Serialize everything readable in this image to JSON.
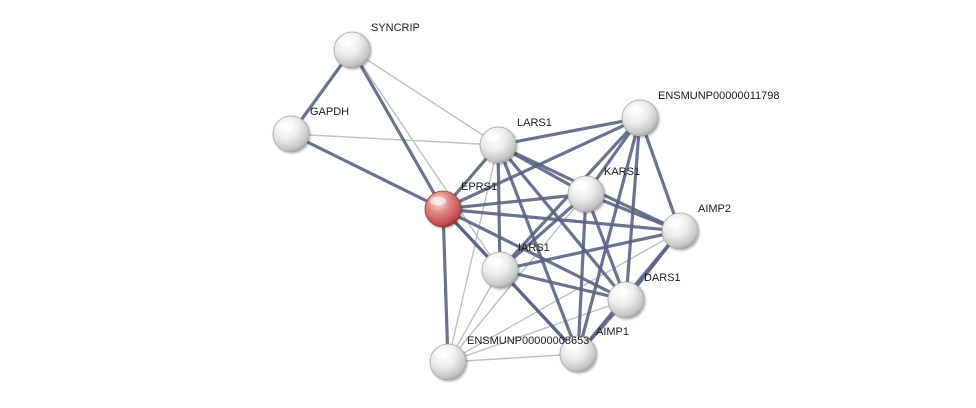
{
  "network": {
    "nodes": [
      {
        "id": "SYNCRIP",
        "label": "SYNCRIP",
        "query": false
      },
      {
        "id": "GAPDH",
        "label": "GAPDH",
        "query": false
      },
      {
        "id": "LARS1",
        "label": "LARS1",
        "query": false
      },
      {
        "id": "ENSMUNP00000011798",
        "label": "ENSMUNP00000011798",
        "query": false
      },
      {
        "id": "EPRS1",
        "label": "EPRS1",
        "query": true
      },
      {
        "id": "KARS1",
        "label": "KARS1",
        "query": false
      },
      {
        "id": "AIMP2",
        "label": "AIMP2",
        "query": false
      },
      {
        "id": "IARS1",
        "label": "IARS1",
        "query": false
      },
      {
        "id": "DARS1",
        "label": "DARS1",
        "query": false
      },
      {
        "id": "AIMP1",
        "label": "AIMP1",
        "query": false
      },
      {
        "id": "ENSMUNP00000008653",
        "label": "ENSMUNP00000008653",
        "query": false
      }
    ],
    "edges": [
      [
        "SYNCRIP",
        "GAPDH",
        "strong"
      ],
      [
        "SYNCRIP",
        "EPRS1",
        "strong"
      ],
      [
        "SYNCRIP",
        "LARS1",
        "weak"
      ],
      [
        "SYNCRIP",
        "IARS1",
        "weak"
      ],
      [
        "GAPDH",
        "EPRS1",
        "strong"
      ],
      [
        "GAPDH",
        "LARS1",
        "weak"
      ],
      [
        "LARS1",
        "ENSMUNP00000011798",
        "strong"
      ],
      [
        "LARS1",
        "EPRS1",
        "strong"
      ],
      [
        "LARS1",
        "KARS1",
        "strong"
      ],
      [
        "LARS1",
        "AIMP2",
        "strong"
      ],
      [
        "LARS1",
        "IARS1",
        "strong"
      ],
      [
        "LARS1",
        "DARS1",
        "strong"
      ],
      [
        "LARS1",
        "AIMP1",
        "strong"
      ],
      [
        "LARS1",
        "ENSMUNP00000008653",
        "weak"
      ],
      [
        "ENSMUNP00000011798",
        "EPRS1",
        "strong"
      ],
      [
        "ENSMUNP00000011798",
        "KARS1",
        "strong"
      ],
      [
        "ENSMUNP00000011798",
        "AIMP2",
        "strong"
      ],
      [
        "ENSMUNP00000011798",
        "IARS1",
        "strong"
      ],
      [
        "ENSMUNP00000011798",
        "DARS1",
        "strong"
      ],
      [
        "ENSMUNP00000011798",
        "AIMP1",
        "strong"
      ],
      [
        "EPRS1",
        "KARS1",
        "strong"
      ],
      [
        "EPRS1",
        "AIMP2",
        "strong"
      ],
      [
        "EPRS1",
        "IARS1",
        "strong"
      ],
      [
        "EPRS1",
        "DARS1",
        "strong"
      ],
      [
        "EPRS1",
        "AIMP1",
        "strong"
      ],
      [
        "EPRS1",
        "ENSMUNP00000008653",
        "strong"
      ],
      [
        "KARS1",
        "AIMP2",
        "strong"
      ],
      [
        "KARS1",
        "IARS1",
        "strong"
      ],
      [
        "KARS1",
        "DARS1",
        "strong"
      ],
      [
        "KARS1",
        "AIMP1",
        "strong"
      ],
      [
        "KARS1",
        "ENSMUNP00000008653",
        "weak"
      ],
      [
        "AIMP2",
        "IARS1",
        "strong"
      ],
      [
        "AIMP2",
        "DARS1",
        "strong"
      ],
      [
        "AIMP2",
        "AIMP1",
        "strong"
      ],
      [
        "AIMP2",
        "ENSMUNP00000008653",
        "weak"
      ],
      [
        "IARS1",
        "DARS1",
        "strong"
      ],
      [
        "IARS1",
        "AIMP1",
        "strong"
      ],
      [
        "IARS1",
        "ENSMUNP00000008653",
        "weak"
      ],
      [
        "DARS1",
        "AIMP1",
        "strong"
      ],
      [
        "DARS1",
        "ENSMUNP00000008653",
        "weak"
      ],
      [
        "AIMP1",
        "ENSMUNP00000008653",
        "weak"
      ]
    ],
    "colors": {
      "strong_edge": "#5b6380",
      "weak_edge": "#b9bcc6",
      "query_node": "#d9686b",
      "node": "#e4e4e4"
    }
  }
}
